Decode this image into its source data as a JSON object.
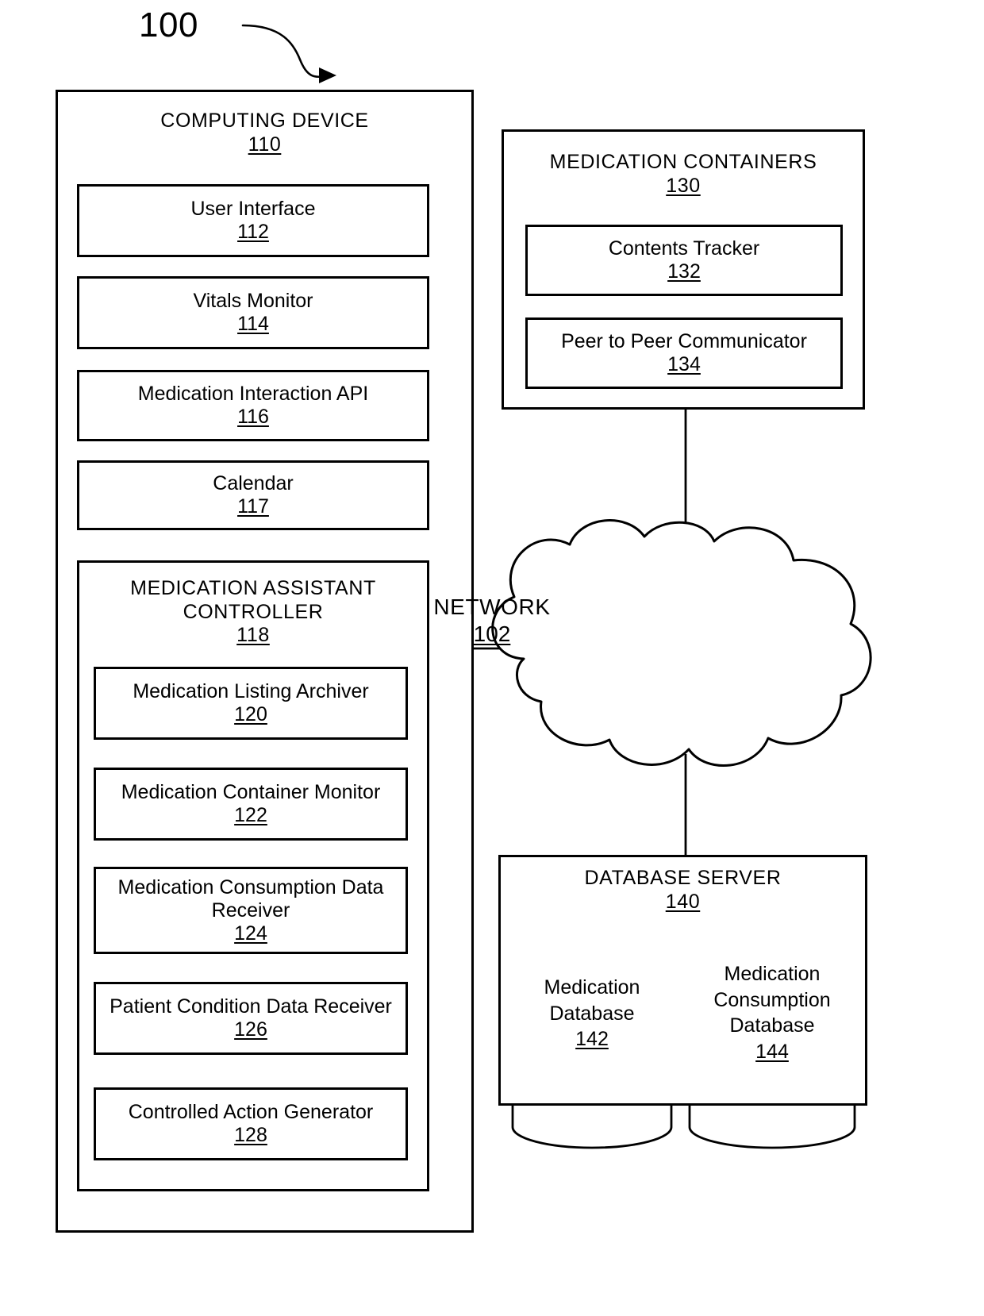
{
  "figure": {
    "label": "100",
    "pointer_icon": "curved-arrow-icon"
  },
  "computing_device": {
    "title": "COMPUTING DEVICE",
    "ref": "110",
    "modules": [
      {
        "title": "User Interface",
        "ref": "112"
      },
      {
        "title": "Vitals Monitor",
        "ref": "114"
      },
      {
        "title": "Medication Interaction API",
        "ref": "116"
      },
      {
        "title": "Calendar",
        "ref": "117"
      }
    ],
    "controller": {
      "title_line1": "MEDICATION ASSISTANT",
      "title_line2": "CONTROLLER",
      "ref": "118",
      "modules": [
        {
          "title": "Medication Listing Archiver",
          "ref": "120"
        },
        {
          "title": "Medication Container Monitor",
          "ref": "122"
        },
        {
          "title_line1": "Medication Consumption Data",
          "title_line2": "Receiver",
          "ref": "124"
        },
        {
          "title": "Patient Condition Data Receiver",
          "ref": "126"
        },
        {
          "title": "Controlled Action Generator",
          "ref": "128"
        }
      ]
    }
  },
  "medication_containers": {
    "title": "MEDICATION CONTAINERS",
    "ref": "130",
    "modules": [
      {
        "title": "Contents Tracker",
        "ref": "132"
      },
      {
        "title": "Peer to Peer Communicator",
        "ref": "134"
      }
    ]
  },
  "network": {
    "title": "NETWORK",
    "ref": "102",
    "icon": "cloud-icon"
  },
  "database_server": {
    "title": "DATABASE SERVER",
    "ref": "140",
    "databases": [
      {
        "title_line1": "Medication",
        "title_line2": "Database",
        "title_line3": "",
        "ref": "142",
        "icon": "cylinder-icon"
      },
      {
        "title_line1": "Medication",
        "title_line2": "Consumption",
        "title_line3": "Database",
        "ref": "144",
        "icon": "cylinder-icon"
      }
    ]
  },
  "colors": {
    "stroke": "#000000",
    "background": "#ffffff"
  }
}
